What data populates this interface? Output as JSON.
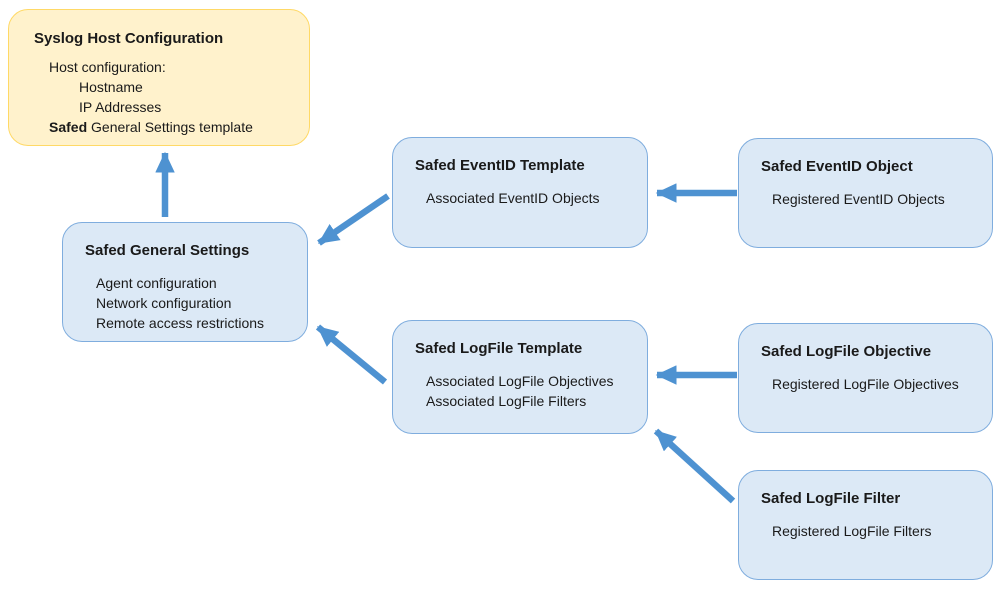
{
  "colors": {
    "canvas_bg": "#FFFFFF",
    "yellow_fill": "#FFF2CC",
    "yellow_border": "#FFD966",
    "blue_fill": "#DCE9F6",
    "blue_border": "#7FADDE",
    "arrow": "#4E92D1",
    "text": "#1A1A1A"
  },
  "nodes": {
    "syslog_host": {
      "title": "Syslog Host Configuration",
      "lines": [
        "Host configuration:",
        "Hostname",
        "IP Addresses"
      ],
      "emphasis_word": "Safed",
      "emphasis_rest": " General Settings template"
    },
    "general_settings": {
      "title": "Safed General Settings",
      "lines": [
        "Agent configuration",
        "Network configuration",
        "Remote access restrictions"
      ]
    },
    "eventid_template": {
      "title": "Safed EventID Template",
      "lines": [
        "Associated EventID Objects"
      ]
    },
    "eventid_object": {
      "title": "Safed EventID Object",
      "lines": [
        "Registered EventID Objects"
      ]
    },
    "logfile_template": {
      "title": "Safed LogFile Template",
      "lines": [
        "Associated LogFile Objectives",
        "Associated LogFile Filters"
      ]
    },
    "logfile_objective": {
      "title": "Safed LogFile Objective",
      "lines": [
        "Registered LogFile Objectives"
      ]
    },
    "logfile_filter": {
      "title": "Safed LogFile Filter",
      "lines": [
        "Registered LogFile Filters"
      ]
    }
  },
  "edges": [
    {
      "from": "general_settings",
      "to": "syslog_host"
    },
    {
      "from": "eventid_template",
      "to": "general_settings"
    },
    {
      "from": "eventid_object",
      "to": "eventid_template"
    },
    {
      "from": "logfile_template",
      "to": "general_settings"
    },
    {
      "from": "logfile_objective",
      "to": "logfile_template"
    },
    {
      "from": "logfile_filter",
      "to": "logfile_template"
    }
  ]
}
